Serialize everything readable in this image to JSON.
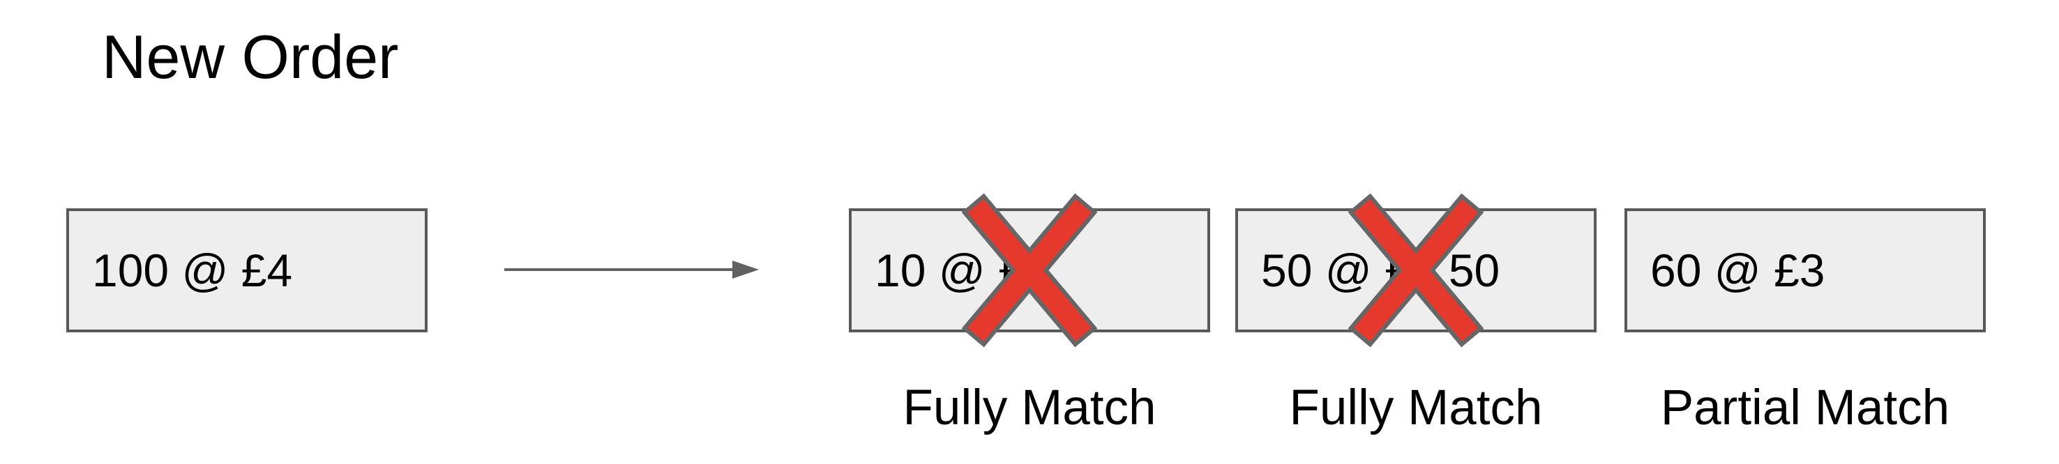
{
  "title": "New Order",
  "new_order": {
    "label": "100 @ £4"
  },
  "matches": [
    {
      "label": "10 @ £4",
      "crossed_out": true,
      "status": "Fully Match"
    },
    {
      "label": "50 @ £3.50",
      "crossed_out": true,
      "status": "Fully Match"
    },
    {
      "label": "60 @ £3",
      "crossed_out": false,
      "status": "Partial Match"
    }
  ],
  "colors": {
    "background": "#ffffff",
    "box_fill": "#eeeeee",
    "box_border": "#595959",
    "arrow": "#616161",
    "cross_fill": "#e5392e",
    "cross_stroke": "#666666",
    "text": "#000000"
  }
}
